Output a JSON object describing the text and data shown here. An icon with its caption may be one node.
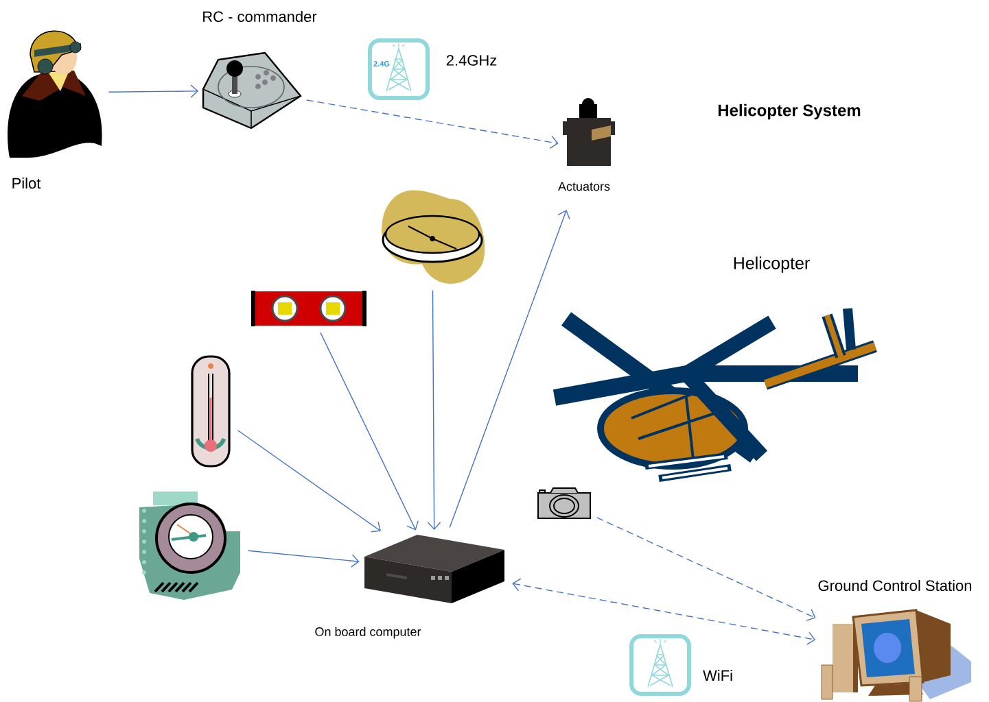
{
  "diagram": {
    "title": "Helicopter System",
    "nodes": [
      {
        "text": [
          "Pilot"
        ]
      },
      {
        "text": [
          "RC - commander"
        ]
      },
      {
        "text": [
          "Actuators"
        ]
      },
      {
        "text": [],
        "shape": "picture"
      },
      {
        "text": [],
        "shape": "picture"
      },
      {
        "text": [],
        "shape": "picture"
      },
      {
        "text": [],
        "shape": "picture"
      },
      {
        "text": [
          "On board computer"
        ]
      },
      {
        "text": [],
        "shape": "picture"
      },
      {
        "text": [
          "Ground Control Station"
        ]
      },
      {
        "text": [
          "Helicopter"
        ]
      }
    ],
    "edges": [
      {
        "from": 0,
        "to": 1,
        "arrow": "to"
      },
      {
        "from": 1,
        "to": 2,
        "arrow": "to",
        "style": "dashed"
      },
      {
        "from": 3,
        "to": 7,
        "arrow": "to"
      },
      {
        "from": 4,
        "to": 7,
        "arrow": "to"
      },
      {
        "from": 5,
        "to": 7,
        "arrow": "to"
      },
      {
        "from": 6,
        "to": 7,
        "arrow": "to"
      },
      {
        "from": 7,
        "to": 2,
        "arrow": "to"
      },
      {
        "from": 8,
        "to": 9,
        "arrow": "to",
        "style": "dashed"
      },
      {
        "from": 7,
        "to": 9,
        "arrow": "both",
        "style": "dashed"
      }
    ],
    "labels": [
      "2.4G",
      "2.4GHz",
      "WiFi"
    ]
  }
}
